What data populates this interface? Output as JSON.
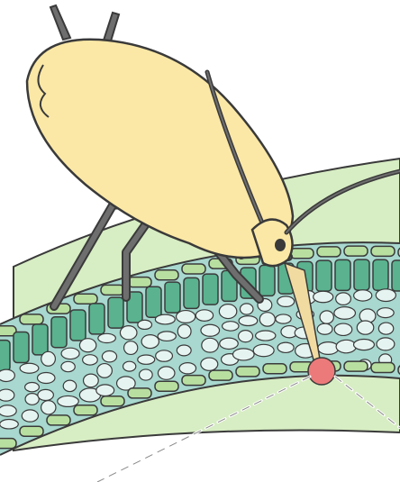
{
  "diagram": {
    "subject": "aphid",
    "host": "leaf",
    "feeding_site": "phloem",
    "colors": {
      "aphid_body": "#fbe8a6",
      "outline": "#3a3a3a",
      "leg": "#6e6e6e",
      "stylet": "#f2dba0",
      "leaf_surface": "#cfe8b8",
      "epidermis": "#b8dfa0",
      "palisade": "#5ab28f",
      "mesophyll": "#a8d8cf",
      "air_space": "#e6f4f1",
      "phloem_cell": "#ec7a7a",
      "leader_line": "#ffffff"
    }
  }
}
